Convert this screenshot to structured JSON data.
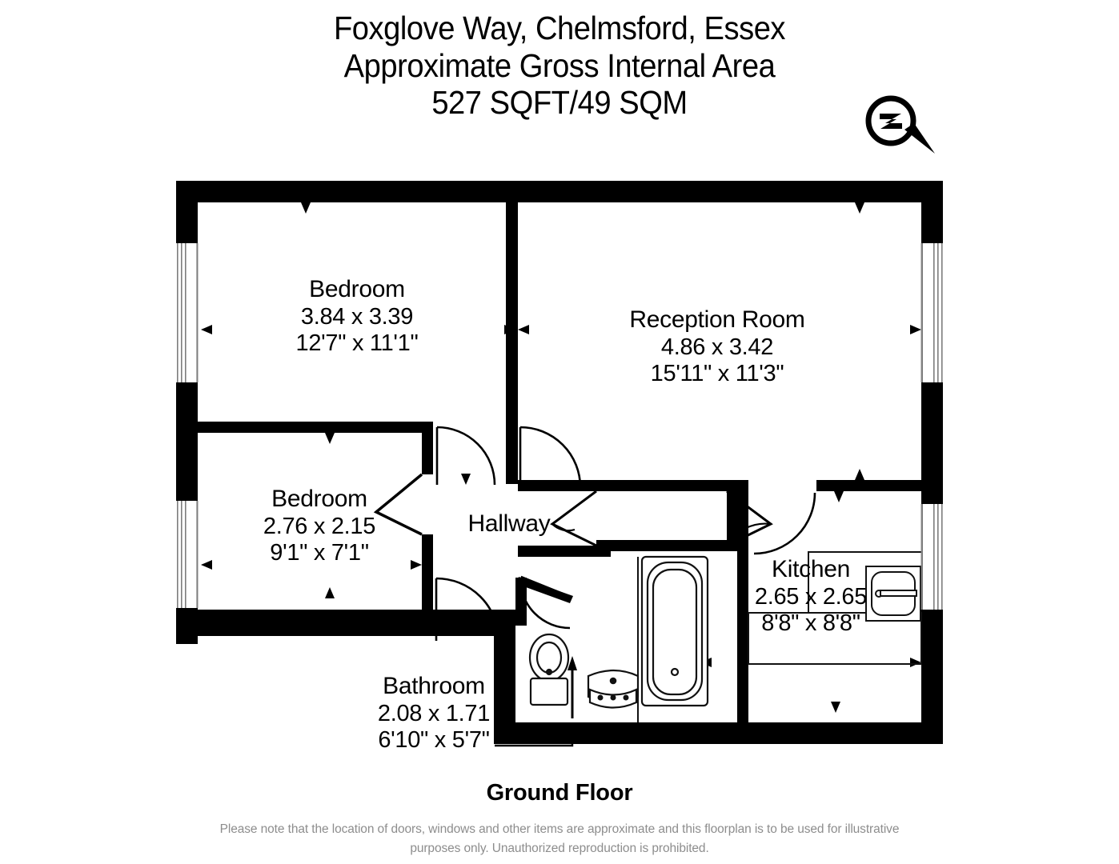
{
  "header": {
    "line1": "Foxglove Way, Chelmsford, Essex",
    "line2": "Approximate Gross Internal Area",
    "line3": "527 SQFT/49 SQM"
  },
  "compass": {
    "icon": "compass-north-icon",
    "letter": "N"
  },
  "rooms": [
    {
      "key": "bedroom1",
      "name": "Bedroom",
      "metric": "3.84 x 3.39",
      "imperial": "12'7\" x 11'1\""
    },
    {
      "key": "reception",
      "name": "Reception Room",
      "metric": "4.86 x 3.42",
      "imperial": "15'11\" x 11'3\""
    },
    {
      "key": "bedroom2",
      "name": "Bedroom",
      "metric": "2.76 x 2.15",
      "imperial": "9'1\" x 7'1\""
    },
    {
      "key": "hallway",
      "name": "Hallway",
      "metric": "",
      "imperial": ""
    },
    {
      "key": "kitchen",
      "name": "Kitchen",
      "metric": "2.65 x 2.65",
      "imperial": "8'8\" x 8'8\""
    },
    {
      "key": "bathroom",
      "name": "Bathroom",
      "metric": "2.08 x 1.71",
      "imperial": "6'10\" x 5'7\""
    }
  ],
  "footer": {
    "floor_label": "Ground Floor",
    "disclaimer_line1": "Please note that the location of doors, windows and other items are approximate and this floorplan is to be used for illustrative",
    "disclaimer_line2": "purposes only. Unauthorized reproduction is prohibited."
  },
  "colors": {
    "wall": "#000000",
    "background": "#ffffff",
    "fixture_outline": "#1a1a1a",
    "disclaimer_text": "#8d8d8d"
  }
}
